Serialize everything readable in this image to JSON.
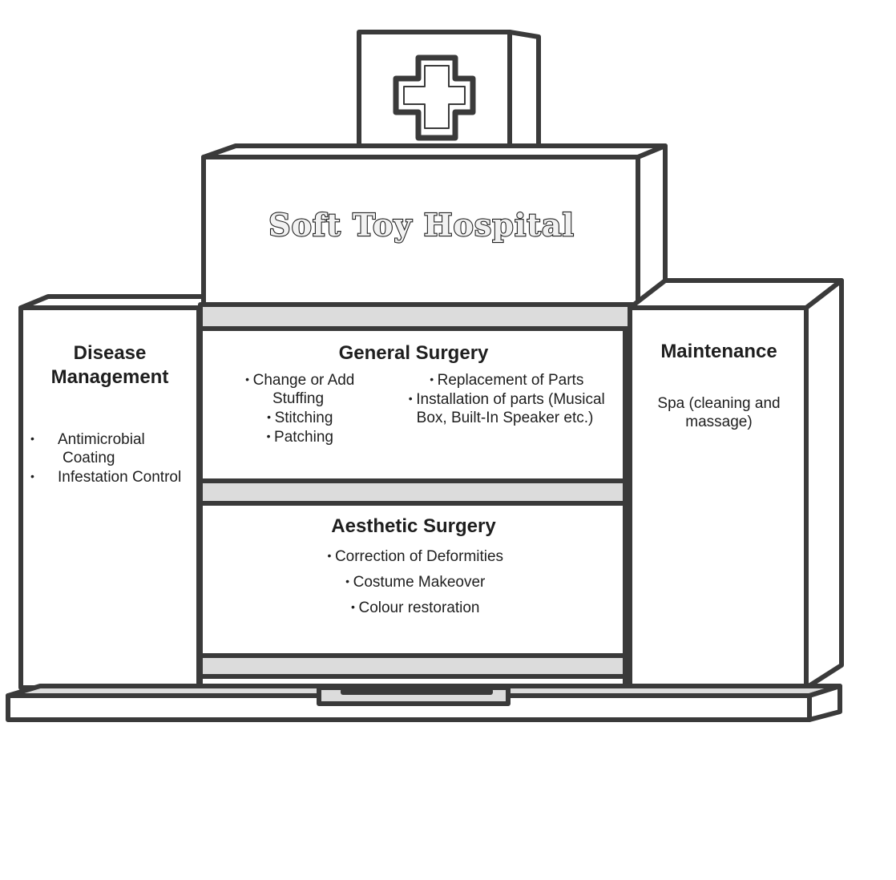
{
  "title": "Soft Toy Hospital",
  "colors": {
    "outline": "#3a3a3a",
    "wall": "#ffffff",
    "ledge": "#dcdcdc"
  },
  "icons": {
    "rooftop_sign": "medical-cross-icon",
    "entrance": "double-door-icon"
  },
  "disease_management": {
    "heading_line1": "Disease",
    "heading_line2": "Management",
    "items": [
      "Antimicrobial Coating",
      "Infestation Control"
    ]
  },
  "general_surgery": {
    "heading": "General Surgery",
    "left_items": [
      "Change or Add Stuffing",
      "Stitching",
      "Patching"
    ],
    "right_items": [
      "Replacement of Parts",
      "Installation of parts (Musical Box, Built-In Speaker etc.)"
    ]
  },
  "aesthetic_surgery": {
    "heading": "Aesthetic Surgery",
    "items": [
      "Correction of Deformities",
      "Costume Makeover",
      "Colour restoration"
    ]
  },
  "maintenance": {
    "heading": "Maintenance",
    "text": "Spa (cleaning and massage)"
  }
}
